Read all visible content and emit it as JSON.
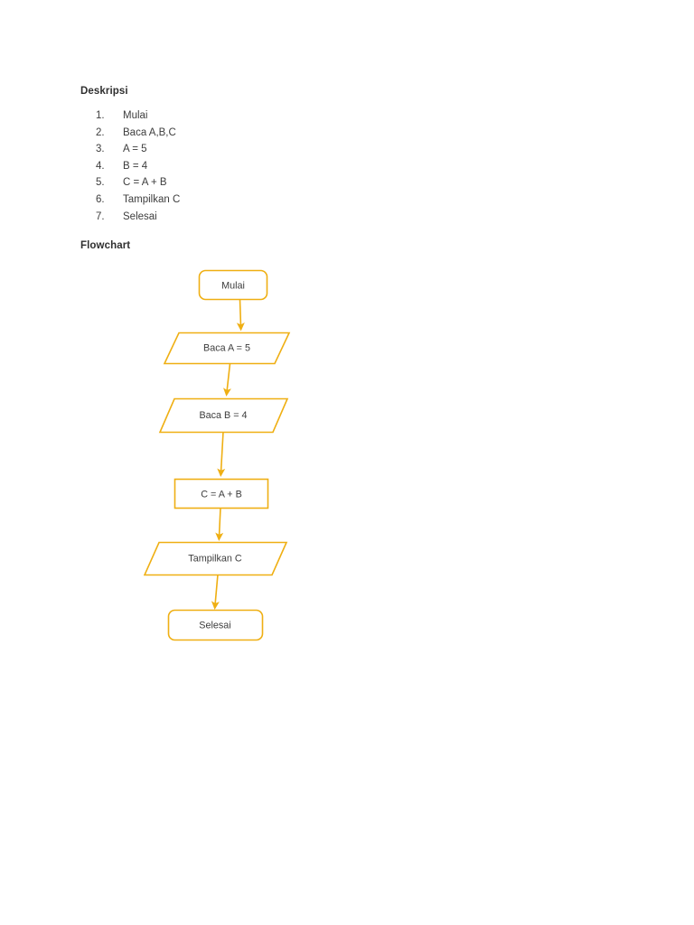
{
  "document": {
    "page_background": "#ffffff",
    "text_color": "#3d3d3d"
  },
  "sections": {
    "description_heading": "Deskripsi",
    "flowchart_heading": "Flowchart"
  },
  "steps": [
    {
      "number": "1.",
      "text": "Mulai"
    },
    {
      "number": "2.",
      "text": "Baca A,B,C"
    },
    {
      "number": "3.",
      "text": "A = 5"
    },
    {
      "number": "4.",
      "text": "B = 4"
    },
    {
      "number": "5.",
      "text": "C = A + B"
    },
    {
      "number": "6.",
      "text": "Tampilkan C"
    },
    {
      "number": "7.",
      "text": "Selesai"
    }
  ],
  "flowchart": {
    "stroke_color": "#EFAF13",
    "fill_color": "#ffffff",
    "stroke_width": 1.6,
    "nodes": [
      {
        "id": "start",
        "shape": "rounded-rectangle",
        "label": "Mulai"
      },
      {
        "id": "read-a",
        "shape": "parallelogram",
        "label": "Baca A = 5"
      },
      {
        "id": "read-b",
        "shape": "parallelogram",
        "label": "Baca B = 4"
      },
      {
        "id": "compute-c",
        "shape": "rectangle",
        "label": "C = A + B"
      },
      {
        "id": "display-c",
        "shape": "parallelogram",
        "label": "Tampilkan C"
      },
      {
        "id": "end",
        "shape": "rounded-rectangle",
        "label": "Selesai"
      }
    ],
    "connectors": [
      {
        "from": "start",
        "to": "read-a"
      },
      {
        "from": "read-a",
        "to": "read-b"
      },
      {
        "from": "read-b",
        "to": "compute-c"
      },
      {
        "from": "compute-c",
        "to": "display-c"
      },
      {
        "from": "display-c",
        "to": "end"
      }
    ]
  }
}
